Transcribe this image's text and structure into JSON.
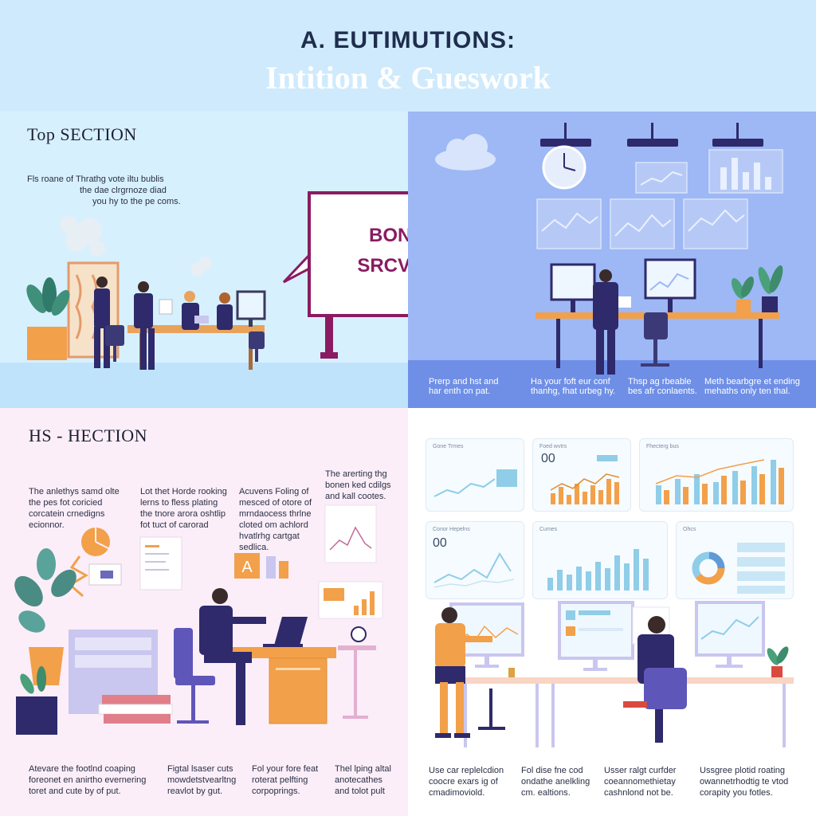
{
  "header": {
    "title": "A. EUTIMUTIONS:",
    "subtitle": "Intition & Gueswork"
  },
  "top_left": {
    "heading": "Top SECTION",
    "blurb": [
      "Fls roane of Thrathg vote iltu bublis",
      "the dae clrgrnoze diad",
      "you hy to the pe coms."
    ],
    "board": {
      "line1": "BONCH",
      "line2": "SRCVCRE"
    }
  },
  "top_right": {
    "captions": [
      [
        "Prerp and hst and",
        "har enth on pat."
      ],
      [
        "Ha your foft eur conf",
        "thanhg, fhat urbeg hy."
      ],
      [
        "Thsp ag rbeable",
        "bes afr conlaents."
      ],
      [
        "Meth bearbgre et ending",
        "mehaths only ten thal."
      ]
    ]
  },
  "bottom_left": {
    "heading": "HS - HECTION",
    "blurbs": [
      [
        "The anlethys samd olte",
        "the pes fot coricied",
        "corcatein crnedigns",
        "ecionnor."
      ],
      [
        "Lot thet Horde rooking",
        "lerns to fless plating",
        "the tnore arora oshtlip",
        "fot tuct of carorad"
      ],
      [
        "Acuvens Foling of",
        "mesced of otore of",
        "mrndaocess thrlne",
        "cloted om achlord",
        "hvatlrhg cartgat",
        "sedlica."
      ],
      [
        "The arerting thg",
        "bonen ked cdilgs",
        "and kall cootes."
      ]
    ],
    "tile_letter": "A",
    "captions": [
      [
        "Atevare the footlnd coaping",
        "foreonet en anirtho evernering",
        "toret and cute by of put."
      ],
      [
        "Figtal lsaser cuts",
        "mowdetstvearltng",
        "reavlot by gut."
      ],
      [
        "Fol your fore feat",
        "roterat pelfting",
        "corpoprings."
      ],
      [
        "Thel lping altal",
        "anotecathes",
        "and tolot pult"
      ]
    ]
  },
  "bottom_right": {
    "cards": [
      {
        "label": "Gone Trmes",
        "kind": "line"
      },
      {
        "label": "Foed wvtrs",
        "number": "00",
        "kind": "bars-orange"
      },
      {
        "label": "Fhecterg bus",
        "kind": "bars-mixed"
      },
      {
        "label": "Conor Hepelns",
        "number": "00",
        "kind": "line2"
      },
      {
        "label": "Cumes",
        "kind": "bars-blue"
      },
      {
        "label": "Ohcs",
        "kind": "donut"
      }
    ],
    "captions": [
      [
        "Use car replelcdion",
        "coocre exars ig of",
        "cmadimoviold."
      ],
      [
        "Fol dise fne cod",
        "ondathe anelkling",
        "cm. ealtions."
      ],
      [
        "Usser ralgt curfder",
        "coeannomethietay",
        "cashnlond not be."
      ],
      [
        "Ussgree plotid roating",
        "owannetrhodtig te vtod",
        "corapity you fotles."
      ]
    ]
  },
  "colors": {
    "header_bg": "#cfeafc",
    "top_right_bg": "#9db8f5",
    "board_accent": "#8a1b62",
    "chart_orange": "#f2a04a",
    "chart_blue": "#8fcde8",
    "navy": "#2e2a6b"
  }
}
